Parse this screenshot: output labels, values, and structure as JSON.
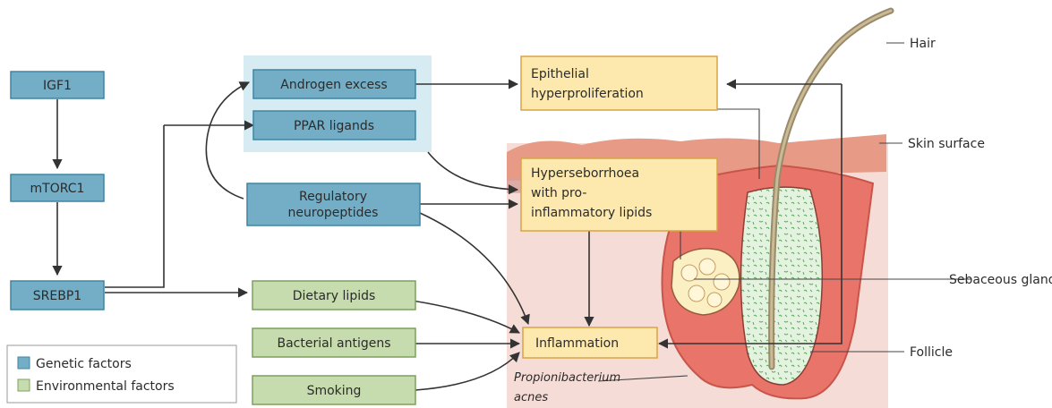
{
  "genetic_nodes": {
    "igf1": "IGF1",
    "mtorc1": "mTORC1",
    "srebp1": "SREBP1",
    "androgen_excess": "Androgen excess",
    "ppar_ligands": "PPAR ligands",
    "regulatory_neuropeptides": [
      "Regulatory",
      "neuropeptides"
    ]
  },
  "environmental_nodes": {
    "dietary_lipids": "Dietary lipids",
    "bacterial_antigens": "Bacterial antigens",
    "smoking": "Smoking"
  },
  "outcomes": {
    "epithelial_hyperproliferation": [
      "Epithelial",
      "hyperproliferation"
    ],
    "hyperseborrhoea": [
      "Hyperseborrhoea",
      "with pro-",
      "inflammatory lipids"
    ],
    "inflammation": "Inflammation"
  },
  "anatomy_labels": {
    "hair": "Hair",
    "skin_surface": "Skin surface",
    "sebaceous_gland": "Sebaceous gland",
    "follicle": "Follicle",
    "propionibacterium": [
      "Propionibacterium",
      "acnes"
    ]
  },
  "legend": {
    "genetic": "Genetic factors",
    "environmental": "Environmental factors"
  },
  "colors": {
    "genetic_fill": "#74aec6",
    "environmental_fill": "#c7dcae",
    "outcome_fill": "#fde9ad",
    "skin_pink": "#f3c7bd",
    "skin_dark": "#d96a55"
  }
}
